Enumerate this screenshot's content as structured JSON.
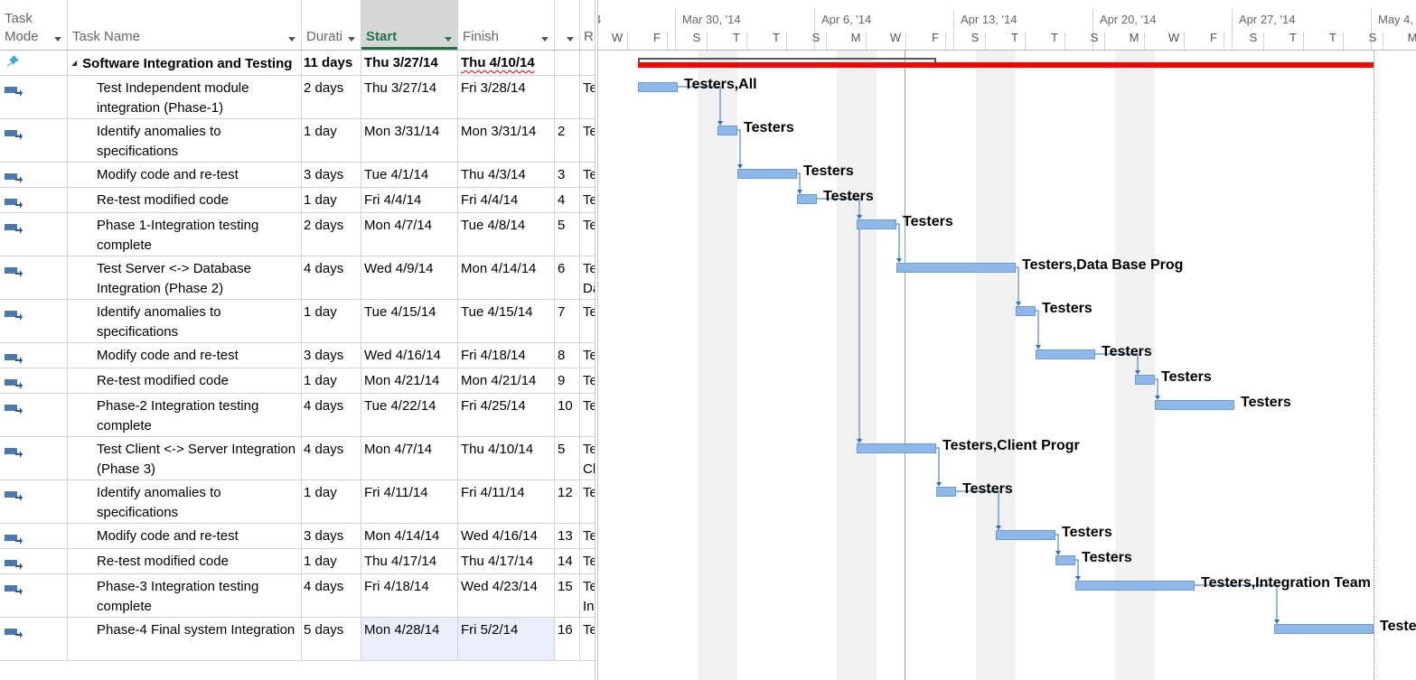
{
  "columns": {
    "mode": "Task\nMode",
    "name": "Task Name",
    "duration": "Durati",
    "start": "Start",
    "finish": "Finish",
    "resource": "R"
  },
  "timeline": {
    "weeks": [
      "4",
      "Mar 30, '14",
      "Apr 6, '14",
      "Apr 13, '14",
      "Apr 20, '14",
      "Apr 27, '14",
      "May 4,"
    ],
    "days": [
      "W",
      "F",
      "S",
      "T",
      "T",
      "S",
      "M",
      "W",
      "F",
      "S",
      "T",
      "T",
      "S",
      "M",
      "W",
      "F",
      "S",
      "T",
      "T",
      "S",
      "M"
    ]
  },
  "tasks": [
    {
      "name": "Software Integration and Testing",
      "duration": "11 days",
      "start": "Thu 3/27/14",
      "finish": "Thu 4/10/14",
      "pred": "",
      "res": "",
      "summary": true
    },
    {
      "name": "Test Independent module integration (Phase-1)",
      "duration": "2 days",
      "start": "Thu 3/27/14",
      "finish": "Fri 3/28/14",
      "pred": "",
      "res": "Te",
      "label": "Testers,All"
    },
    {
      "name": "Identify anomalies to specifications",
      "duration": "1 day",
      "start": "Mon 3/31/14",
      "finish": "Mon 3/31/14",
      "pred": "2",
      "res": "Te",
      "label": "Testers"
    },
    {
      "name": "Modify code and re-test",
      "duration": "3 days",
      "start": "Tue 4/1/14",
      "finish": "Thu 4/3/14",
      "pred": "3",
      "res": "Te",
      "label": "Testers"
    },
    {
      "name": "Re-test modified code",
      "duration": "1 day",
      "start": "Fri 4/4/14",
      "finish": "Fri 4/4/14",
      "pred": "4",
      "res": "Te",
      "label": "Testers"
    },
    {
      "name": "Phase 1-Integration testing complete",
      "duration": "2 days",
      "start": "Mon 4/7/14",
      "finish": "Tue 4/8/14",
      "pred": "5",
      "res": "Te",
      "label": "Testers"
    },
    {
      "name": "Test Server <-> Database Integration (Phase 2)",
      "duration": "4 days",
      "start": "Wed 4/9/14",
      "finish": "Mon 4/14/14",
      "pred": "6",
      "res": "Te\nDa",
      "label": "Testers,Data Base Prog"
    },
    {
      "name": "Identify anomalies to specifications",
      "duration": "1 day",
      "start": "Tue 4/15/14",
      "finish": "Tue 4/15/14",
      "pred": "7",
      "res": "Te",
      "label": "Testers"
    },
    {
      "name": "Modify code and re-test",
      "duration": "3 days",
      "start": "Wed 4/16/14",
      "finish": "Fri 4/18/14",
      "pred": "8",
      "res": "Te",
      "label": "Testers"
    },
    {
      "name": "Re-test modified code",
      "duration": "1 day",
      "start": "Mon 4/21/14",
      "finish": "Mon 4/21/14",
      "pred": "9",
      "res": "Te",
      "label": "Testers"
    },
    {
      "name": "Phase-2 Integration testing complete",
      "duration": "4 days",
      "start": "Tue 4/22/14",
      "finish": "Fri 4/25/14",
      "pred": "10",
      "res": "Te",
      "label": "Testers"
    },
    {
      "name": "Test Client <-> Server Integration (Phase 3)",
      "duration": "4 days",
      "start": "Mon 4/7/14",
      "finish": "Thu 4/10/14",
      "pred": "5",
      "res": "Te\nCl",
      "label": "Testers,Client Progr"
    },
    {
      "name": "Identify anomalies to specifications",
      "duration": "1 day",
      "start": "Fri 4/11/14",
      "finish": "Fri 4/11/14",
      "pred": "12",
      "res": "Te",
      "label": "Testers"
    },
    {
      "name": "Modify code and re-test",
      "duration": "3 days",
      "start": "Mon 4/14/14",
      "finish": "Wed 4/16/14",
      "pred": "13",
      "res": "Te",
      "label": "Testers"
    },
    {
      "name": "Re-test modified code",
      "duration": "1 day",
      "start": "Thu 4/17/14",
      "finish": "Thu 4/17/14",
      "pred": "14",
      "res": "Te",
      "label": "Testers"
    },
    {
      "name": "Phase-3 Integration testing complete",
      "duration": "4 days",
      "start": "Fri 4/18/14",
      "finish": "Wed 4/23/14",
      "pred": "15",
      "res": "Te\nIn",
      "label": "Testers,Integration Team"
    },
    {
      "name": "Phase-4 Final system Integration",
      "duration": "5 days",
      "start": "Mon 4/28/14",
      "finish": "Fri 5/2/14",
      "pred": "16",
      "res": "Te",
      "label": "Testers"
    }
  ],
  "colors": {
    "bar": "#8fb8ea",
    "bar_border": "#6a9ad8",
    "critical": "#ff0000",
    "arrow": "#2f6fc4",
    "status_line": "#6bbf7a",
    "start_accent": "#217346"
  }
}
